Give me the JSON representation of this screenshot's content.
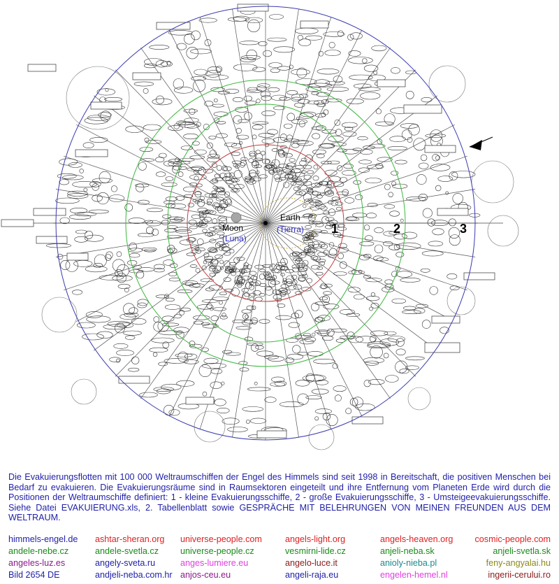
{
  "diagram": {
    "earth_label": "Earth",
    "earth_sublabel": "(Tierra)",
    "moon_label": "Moon",
    "moon_sublabel": "(Luna)",
    "zone_labels": [
      "1",
      "2",
      "3"
    ],
    "colors": {
      "outer_circle": "#3a3ab0",
      "middle_circle": "#3cb83c",
      "inner_circle": "#c04040",
      "lines": "#555555",
      "moon_fill": "#a6a6a6",
      "label_blue": "#2a2ac0"
    }
  },
  "caption": "Die Evakuierungsflotten mit 100 000 Weltraumschiffen der Engel des Himmels sind seit 1998 in Bereitschaft, die positiven Menschen bei Bedarf zu evakuieren. Die Evakuierungsräume sind in Raumsektoren eingeteilt und ihre Entfernung vom Planeten Erde wird durch die Positionen der Weltraumschiffe definiert: 1 - kleine Evakuierungsschiffe, 2 - große Evakuierungsschiffe, 3 - Umsteigeevakuierungsschiffe. Siehe Datei EVAKUIERUNG.xls, 2. Tabellenblatt sowie GESPRÄCHE MIT BELEHRUNGEN VON MEINEN FREUNDEN AUS DEM WELTRAUM.",
  "links": [
    {
      "text": "himmels-engel.de",
      "color": "#1f1fa8"
    },
    {
      "text": "ashtar-sheran.org",
      "color": "#e02020"
    },
    {
      "text": "universe-people.com",
      "color": "#e02020"
    },
    {
      "text": "angels-light.org",
      "color": "#e02020"
    },
    {
      "text": "angels-heaven.org",
      "color": "#e02020"
    },
    {
      "text": "cosmic-people.com",
      "color": "#e02020"
    },
    {
      "text": "andele-nebe.cz",
      "color": "#1a8a1a"
    },
    {
      "text": "andele-svetla.cz",
      "color": "#1a8a1a"
    },
    {
      "text": "universe-people.cz",
      "color": "#1a8a1a"
    },
    {
      "text": "vesmirni-lide.cz",
      "color": "#1a8a1a"
    },
    {
      "text": "anjeli-neba.sk",
      "color": "#1a8a1a"
    },
    {
      "text": "anjeli-svetla.sk",
      "color": "#1a8a1a"
    },
    {
      "text": "angeles-luz.es",
      "color": "#8a1a8a"
    },
    {
      "text": "angely-sveta.ru",
      "color": "#1f1fa8"
    },
    {
      "text": "anges-lumiere.eu",
      "color": "#e040e0"
    },
    {
      "text": "angelo-luce.it",
      "color": "#8a1a1a"
    },
    {
      "text": "anioly-nieba.pl",
      "color": "#1a8a8a"
    },
    {
      "text": "feny-angyalai.hu",
      "color": "#8a8a1a"
    },
    {
      "text": "Bild 2654 DE",
      "color": "#1f1fa8"
    },
    {
      "text": "andjeli-neba.com.hr",
      "color": "#1f1fa8"
    },
    {
      "text": "anjos-ceu.eu",
      "color": "#8a1a8a"
    },
    {
      "text": "angeli-raja.eu",
      "color": "#1f1fa8"
    },
    {
      "text": "engelen-hemel.nl",
      "color": "#e040e0"
    },
    {
      "text": "ingerii-cerului.ro",
      "color": "#8a1a1a"
    }
  ]
}
